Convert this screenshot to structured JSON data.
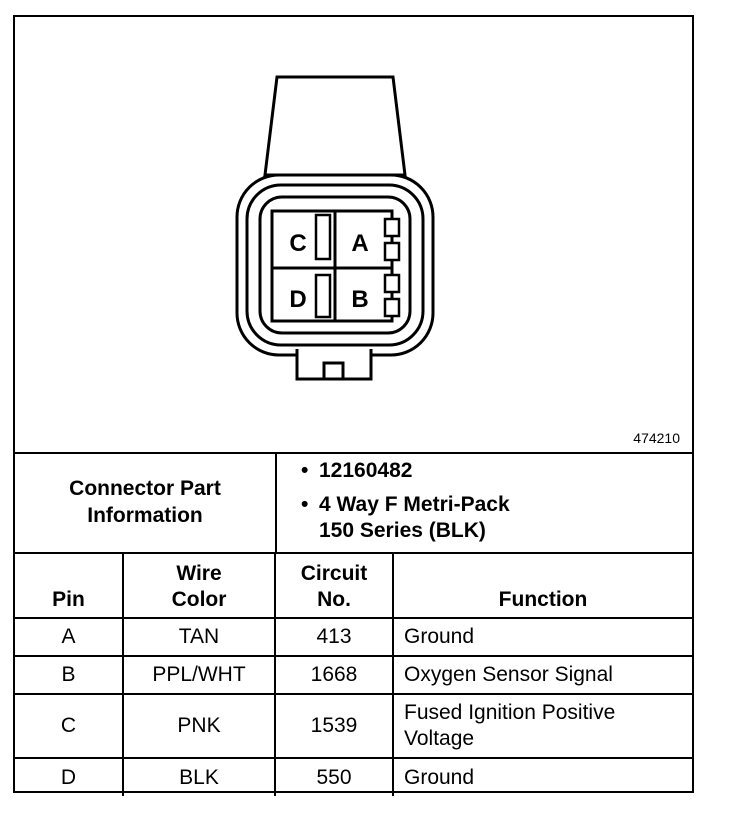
{
  "figure": {
    "figure_id": "474210",
    "cavity_labels": [
      "C",
      "A",
      "D",
      "B"
    ]
  },
  "connector_info": {
    "label_line1": "Connector Part",
    "label_line2": "Information",
    "bullet_symbol": "•",
    "part_number": "12160482",
    "description_line1": "4 Way F Metri-Pack",
    "description_line2": "150 Series (BLK)"
  },
  "table": {
    "headers": {
      "pin": "Pin",
      "wire_color_line1": "Wire",
      "wire_color_line2": "Color",
      "circuit_line1": "Circuit",
      "circuit_line2": "No.",
      "function": "Function"
    },
    "rows": [
      {
        "pin": "A",
        "wire_color": "TAN",
        "circuit": "413",
        "function_line1": "Ground",
        "function_line2": ""
      },
      {
        "pin": "B",
        "wire_color": "PPL/WHT",
        "circuit": "1668",
        "function_line1": "Oxygen Sensor Signal",
        "function_line2": ""
      },
      {
        "pin": "C",
        "wire_color": "PNK",
        "circuit": "1539",
        "function_line1": "Fused Ignition Positive",
        "function_line2": "Voltage"
      },
      {
        "pin": "D",
        "wire_color": "BLK",
        "circuit": "550",
        "function_line1": "Ground",
        "function_line2": ""
      }
    ]
  }
}
